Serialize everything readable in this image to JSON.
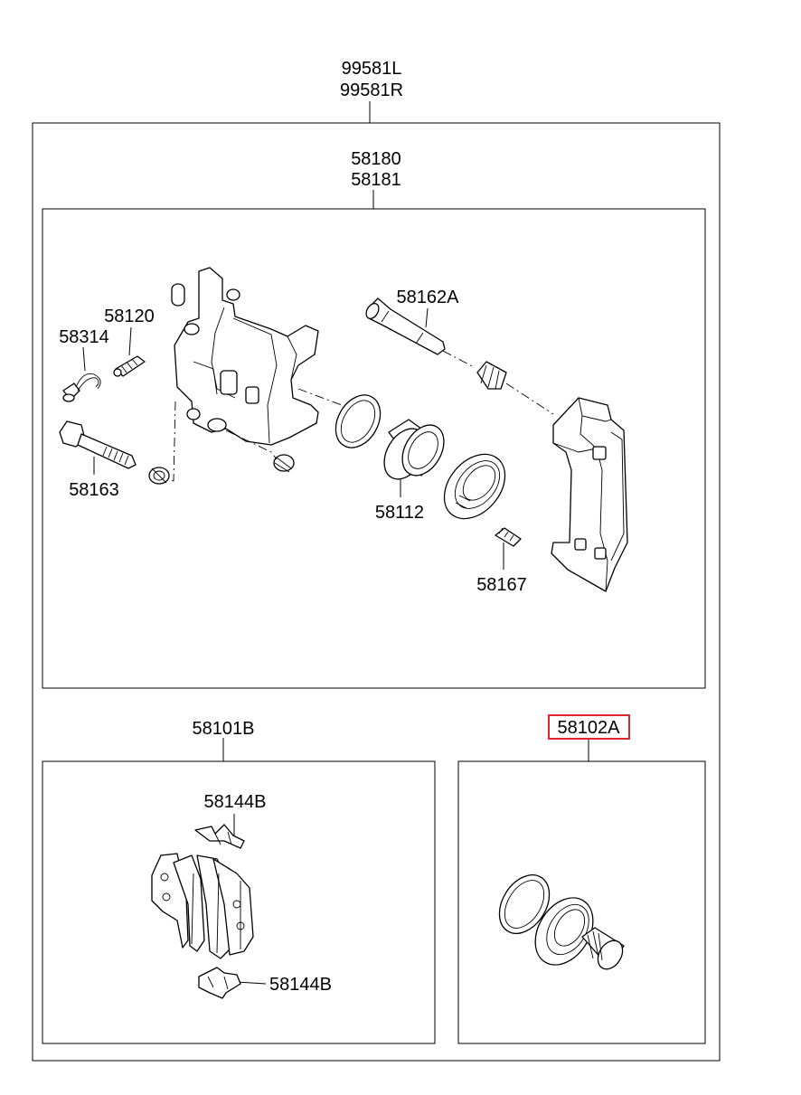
{
  "assembly": {
    "part_lh": "99581L",
    "part_rh": "99581R"
  },
  "caliper_assembly": {
    "part_lh": "58180",
    "part_rh": "58181",
    "components": {
      "guide_rod": "58162A",
      "bleeder_screw": "58120",
      "bleeder_cap": "58314",
      "guide_bolt": "58163",
      "piston": "58112",
      "bushing": "58167"
    }
  },
  "pad_kit": {
    "part": "58101B",
    "clip_upper": "58144B",
    "clip_lower": "58144B"
  },
  "seal_kit": {
    "part": "58102A",
    "highlighted": true,
    "highlight_color": "#e0262b"
  }
}
